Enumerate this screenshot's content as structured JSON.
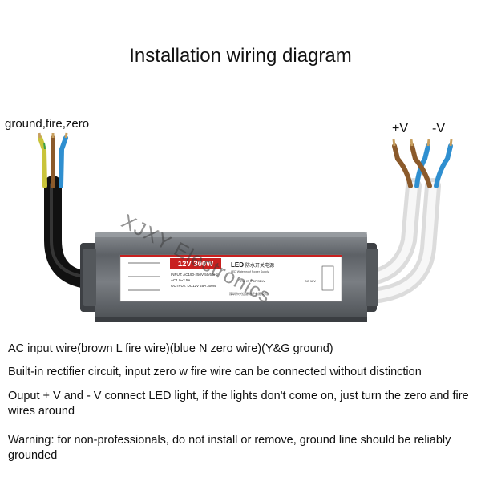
{
  "title": "Installation wiring diagram",
  "labels": {
    "input_wires": "ground,fire,zero",
    "plus_v": "+V",
    "minus_v": "-V"
  },
  "watermark": "XJXY Electronics",
  "device": {
    "power_badge": "12V 300W",
    "brand": "LED",
    "brand_cn": "防水开关电源",
    "subtitle": "LED Waterproof Power Supply",
    "input_spec": "INPUT: AC190-250V 50/60Hz",
    "current_spec": "AC1.0~2.5A",
    "output_spec": "OUTPUT: DC12V 25A 300W",
    "certs": "RoHS IP67 SELV",
    "dc_label": "DC 12V",
    "maker_cn": "深圳市兴信源电子有限公司"
  },
  "notes": [
    "AC input wire(brown L fire wire)(blue N zero wire)(Y&G ground)",
    "Built-in rectifier circuit, input zero w fire wire can be connected without distinction",
    "Ouput  + V and - V connect LED light, if the lights don't come on, just turn the zero and fire wires around",
    "Warning: for non-professionals, do not install or remove, ground line should be reliably grounded"
  ],
  "colors": {
    "brown": "#8b5a2b",
    "blue": "#2f8fd0",
    "yellow_green": "#c9c43a",
    "cable_black": "#1c1c1c",
    "cable_white": "#e8e8e8",
    "housing": "#6f7378",
    "badge_red": "#c8201f"
  }
}
